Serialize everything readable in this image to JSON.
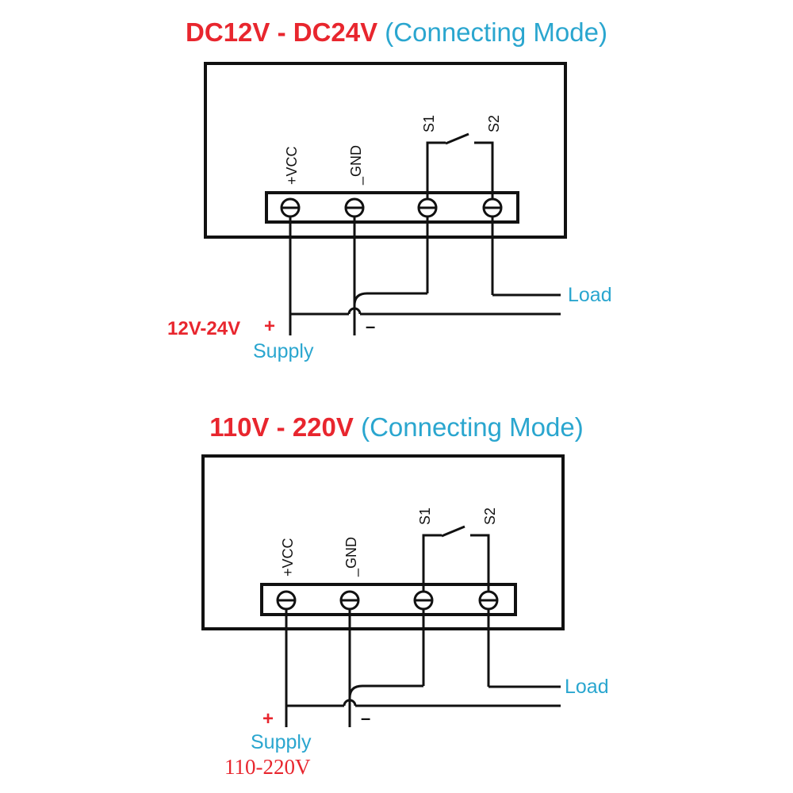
{
  "panels": [
    {
      "title_voltage": "DC12V - DC24V",
      "title_mode": "(Connecting Mode)",
      "terminals": [
        "+VCC",
        "_GND",
        "S1",
        "S2"
      ],
      "load_label": "Load",
      "minus_sign": "–",
      "plus_sign": "+",
      "supply_voltage": "12V-24V",
      "supply_label": "Supply"
    },
    {
      "title_voltage": "110V - 220V",
      "title_mode": "(Connecting Mode)",
      "terminals": [
        "+VCC",
        "_GND",
        "S1",
        "S2"
      ],
      "load_label": "Load",
      "minus_sign": "–",
      "plus_sign": "+",
      "supply_voltage": "110-220V",
      "supply_label": "Supply"
    }
  ],
  "colors": {
    "title_red": "#e8262e",
    "title_blue": "#2aa6cf",
    "line": "#111111"
  }
}
